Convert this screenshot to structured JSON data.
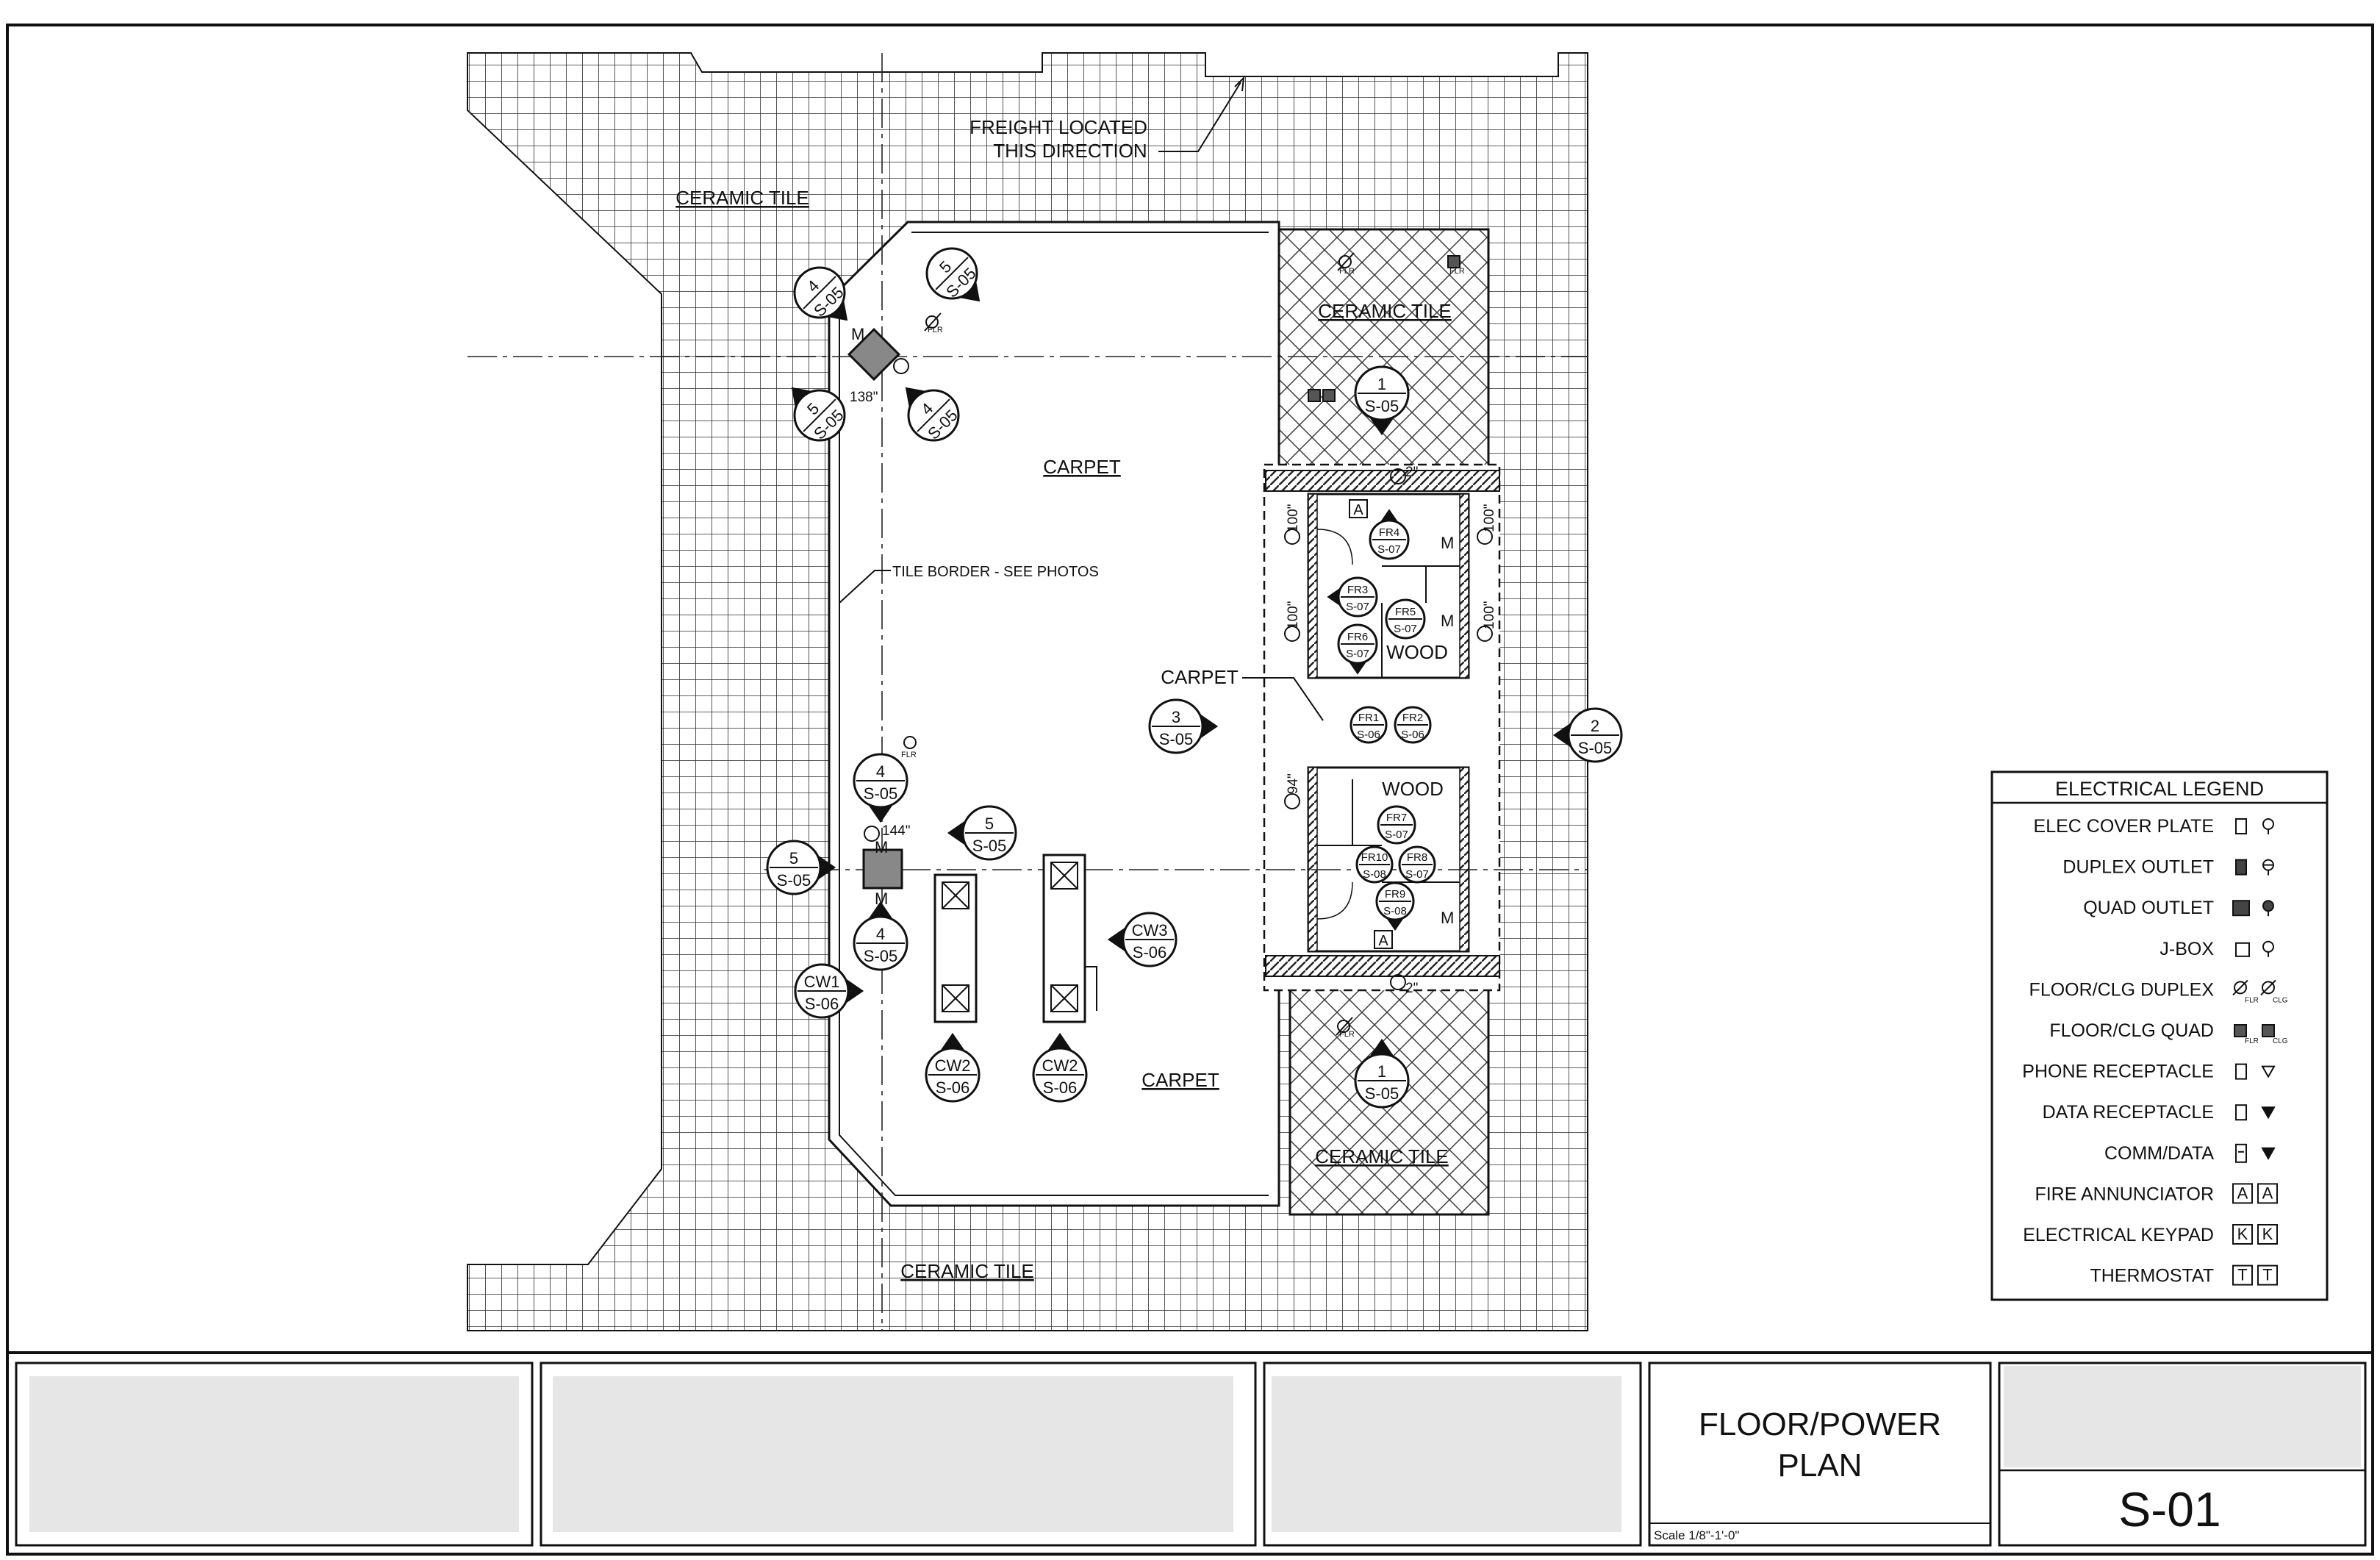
{
  "plan": {
    "labels": {
      "freight_line1": "FREIGHT LOCATED",
      "freight_line2": "THIS DIRECTION",
      "ceramic_top_left": "CERAMIC TILE",
      "ceramic_right_top": "CERAMIC TILE",
      "ceramic_right_bottom": "CERAMIC TILE",
      "ceramic_bottom": "CERAMIC TILE",
      "carpet_top": "CARPET",
      "carpet_mid": "CARPET",
      "carpet_bottom": "CARPET",
      "tile_border": "TILE BORDER - SEE PHOTOS",
      "wood_top": "WOOD",
      "wood_bottom": "WOOD"
    },
    "dims": {
      "d138": "138\"",
      "d144": "144\"",
      "d100a": "100\"",
      "d100b": "100\"",
      "d100c": "100\"",
      "d100d": "100\"",
      "d94": "94\"",
      "d2a": "2\"",
      "d2b": "2\""
    },
    "tags": {
      "m1": "M",
      "m2": "M",
      "m3": "M",
      "m4": "M",
      "m5": "M",
      "m6": "M",
      "a1": "A",
      "a2": "A",
      "flr1": "FLR",
      "flr2": "FLR",
      "flr3": "FLR",
      "flr4": "FLR",
      "flr5": "FLR"
    },
    "callouts": [
      {
        "top": "4",
        "bottom": "S-05"
      },
      {
        "top": "5",
        "bottom": "S-05"
      },
      {
        "top": "5",
        "bottom": "S-05"
      },
      {
        "top": "4",
        "bottom": "S-05"
      },
      {
        "top": "1",
        "bottom": "S-05"
      },
      {
        "top": "FR4",
        "bottom": "S-07"
      },
      {
        "top": "FR3",
        "bottom": "S-07"
      },
      {
        "top": "FR5",
        "bottom": "S-07"
      },
      {
        "top": "FR6",
        "bottom": "S-07"
      },
      {
        "top": "3",
        "bottom": "S-05"
      },
      {
        "top": "FR1",
        "bottom": "S-06"
      },
      {
        "top": "FR2",
        "bottom": "S-06"
      },
      {
        "top": "2",
        "bottom": "S-05"
      },
      {
        "top": "4",
        "bottom": "S-05"
      },
      {
        "top": "5",
        "bottom": "S-05"
      },
      {
        "top": "5",
        "bottom": "S-05"
      },
      {
        "top": "FR7",
        "bottom": "S-07"
      },
      {
        "top": "FR10",
        "bottom": "S-08"
      },
      {
        "top": "FR8",
        "bottom": "S-07"
      },
      {
        "top": "FR9",
        "bottom": "S-08"
      },
      {
        "top": "4",
        "bottom": "S-05"
      },
      {
        "top": "CW3",
        "bottom": "S-06"
      },
      {
        "top": "CW1",
        "bottom": "S-06"
      },
      {
        "top": "CW2",
        "bottom": "S-06"
      },
      {
        "top": "CW2",
        "bottom": "S-06"
      },
      {
        "top": "1",
        "bottom": "S-05"
      }
    ]
  },
  "legend": {
    "title": "ELECTRICAL LEGEND",
    "items": [
      {
        "label": "ELEC COVER PLATE",
        "icon": "cover-plate-icon"
      },
      {
        "label": "DUPLEX OUTLET",
        "icon": "duplex-outlet-icon"
      },
      {
        "label": "QUAD OUTLET",
        "icon": "quad-outlet-icon"
      },
      {
        "label": "J-BOX",
        "icon": "j-box-icon"
      },
      {
        "label": "FLOOR/CLG DUPLEX",
        "icon": "floor-clg-duplex-icon"
      },
      {
        "label": "FLOOR/CLG QUAD",
        "icon": "floor-clg-quad-icon"
      },
      {
        "label": "PHONE RECEPTACLE",
        "icon": "phone-receptacle-icon"
      },
      {
        "label": "DATA RECEPTACLE",
        "icon": "data-receptacle-icon"
      },
      {
        "label": "COMM/DATA",
        "icon": "comm-data-icon"
      },
      {
        "label": "FIRE ANNUNCIATOR",
        "icon": "fire-annunciator-icon",
        "glyph": "A"
      },
      {
        "label": "ELECTRICAL KEYPAD",
        "icon": "electrical-keypad-icon",
        "glyph": "K"
      },
      {
        "label": "THERMOSTAT",
        "icon": "thermostat-icon",
        "glyph": "T"
      }
    ],
    "sub_flr": "FLR",
    "sub_clg": "CLG"
  },
  "title_block": {
    "drawing_title_line1": "FLOOR/POWER",
    "drawing_title_line2": "PLAN",
    "scale": "Scale 1/8\"-1'-0\"",
    "sheet_number": "S-01"
  },
  "colors": {
    "line": "#111111",
    "grid": "#333333",
    "redacted": "#e6e6e6"
  }
}
